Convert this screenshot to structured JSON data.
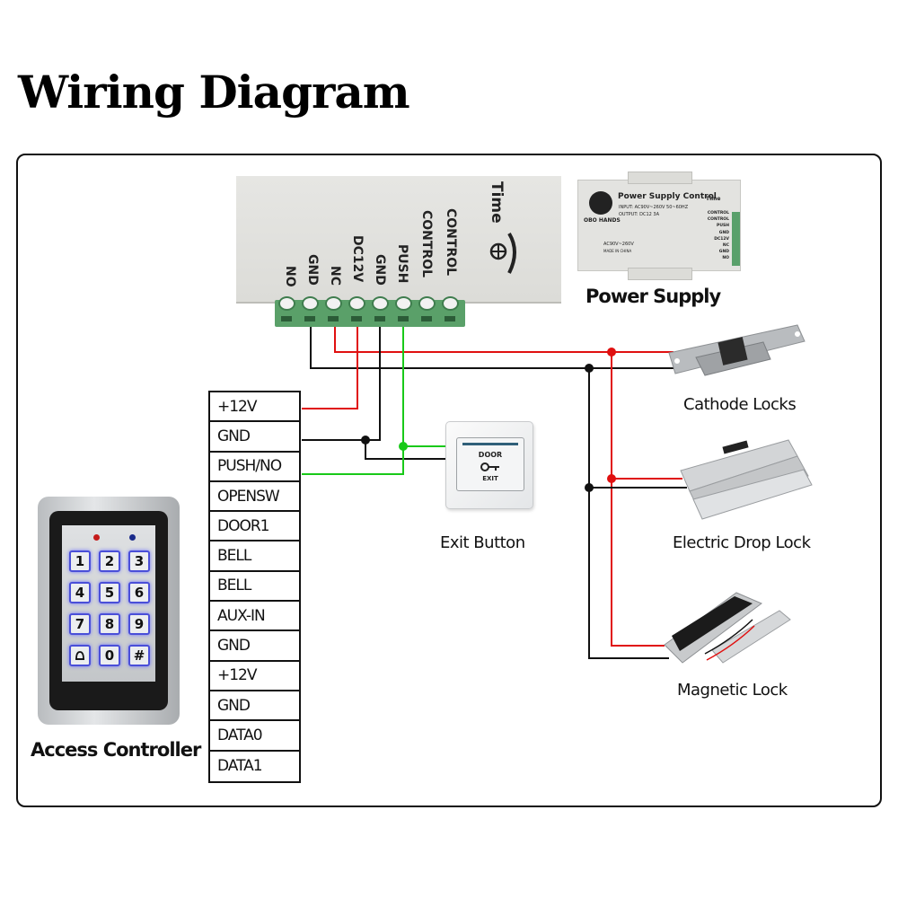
{
  "title": "Wiring Diagram",
  "colors": {
    "positive_wire": "#e01010",
    "ground_wire": "#111111",
    "signal_wire": "#19c919",
    "terminal_block": "#5aa069",
    "keypad_backlight": "#4a4fd8"
  },
  "power_unit": {
    "brand_label": "Time",
    "terminals": [
      "NO",
      "GND",
      "NC",
      "DC12V",
      "GND",
      "PUSH",
      "CONTROL",
      "CONTROL"
    ]
  },
  "power_supply": {
    "caption": "Power Supply",
    "product_title": "Power Supply Control",
    "input_text": "INPUT: AC90V~260V 50~60HZ",
    "output_text": "OUTPUT: DC12 3A",
    "logo_text": "OBO HANDS",
    "voltage_text": "AC90V~260V",
    "made_in": "MADE IN CHINA",
    "brand_label": "Time",
    "terminal_labels": [
      "CONTROL",
      "CONTROL",
      "PUSH",
      "GND",
      "DC12V",
      "NC",
      "GND",
      "NO"
    ]
  },
  "access_controller": {
    "caption": "Access Controller",
    "keys": [
      "1",
      "2",
      "3",
      "4",
      "5",
      "6",
      "7",
      "8",
      "9",
      "bell",
      "0",
      "#"
    ],
    "pins": [
      "+12V",
      "GND",
      "PUSH/NO",
      "OPENSW",
      "DOOR1",
      "BELL",
      "BELL",
      "AUX-IN",
      "GND",
      "+12V",
      "GND",
      "DATA0",
      "DATA1"
    ]
  },
  "exit_button": {
    "caption": "Exit Button",
    "top_text": "DOOR",
    "bottom_text": "EXIT",
    "icon": "key-icon"
  },
  "locks": [
    {
      "caption": "Cathode Locks"
    },
    {
      "caption": "Electric Drop Lock"
    },
    {
      "caption": "Magnetic Lock"
    }
  ],
  "connections": [
    {
      "from": "power_unit.NC",
      "to": "locks.positive",
      "color": "positive_wire"
    },
    {
      "from": "power_unit.GND",
      "to": "locks.negative",
      "color": "ground_wire"
    },
    {
      "from": "power_unit.DC12V",
      "to": "access_controller.+12V",
      "color": "positive_wire"
    },
    {
      "from": "power_unit.GND",
      "to": "access_controller.GND",
      "color": "ground_wire"
    },
    {
      "from": "power_unit.PUSH",
      "to": "access_controller.PUSH/NO",
      "color": "signal_wire"
    },
    {
      "from": "access_controller.GND",
      "to": "exit_button",
      "color": "ground_wire"
    },
    {
      "from": "access_controller.PUSH/NO",
      "to": "exit_button",
      "color": "signal_wire"
    }
  ]
}
